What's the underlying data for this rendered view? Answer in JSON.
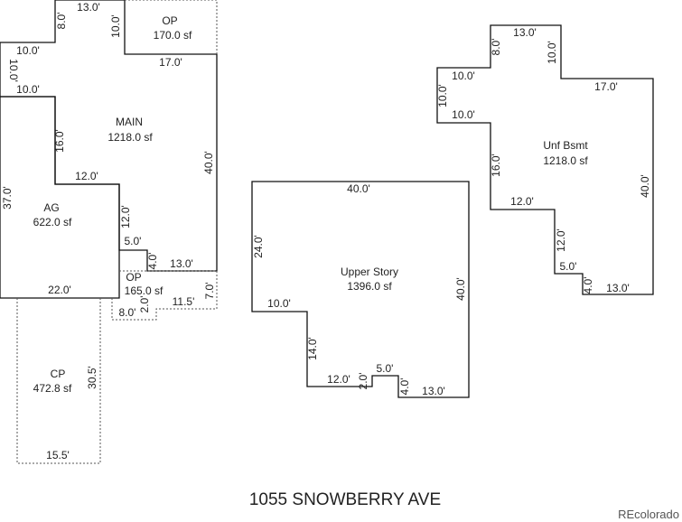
{
  "address": "1055 SNOWBERRY AVE",
  "credit": "REcolorado",
  "areas": {
    "op_top": {
      "name": "OP",
      "area": "170.0 sf"
    },
    "main": {
      "name": "MAIN",
      "area": "1218.0 sf"
    },
    "ag": {
      "name": "AG",
      "area": "622.0 sf"
    },
    "op_bottom": {
      "name": "OP",
      "area": "165.0 sf"
    },
    "cp": {
      "name": "CP",
      "area": "472.8 sf"
    },
    "upper": {
      "name": "Upper Story",
      "area": "1396.0 sf"
    },
    "bsmt": {
      "name": "Unf Bsmt",
      "area": "1218.0 sf"
    }
  },
  "dims": {
    "main_8": "8.0'",
    "main_13a": "13.0'",
    "main_10v": "10.0'",
    "main_10a": "10.0'",
    "main_10b": "10.0'",
    "main_10c": "10.0'",
    "main_17": "17.0'",
    "main_16": "16.0'",
    "main_12a": "12.0'",
    "main_40": "40.0'",
    "main_37": "37.0'",
    "main_12b": "12.0'",
    "main_5": "5.0'",
    "main_4": "4.0'",
    "main_13b": "13.0'",
    "main_22": "22.0'",
    "op_2": "2.0'",
    "op_115": "11.5'",
    "op_7": "7.0'",
    "op_8": "8.0'",
    "cp_305": "30.5'",
    "cp_155": "15.5'",
    "up_40top": "40.0'",
    "up_24": "24.0'",
    "up_10": "10.0'",
    "up_40r": "40.0'",
    "up_14": "14.0'",
    "up_12": "12.0'",
    "up_2": "2.0'",
    "up_5": "5.0'",
    "up_4": "4.0'",
    "up_13": "13.0'",
    "bs_13": "13.0'",
    "bs_8": "8.0'",
    "bs_10v": "10.0'",
    "bs_10a": "10.0'",
    "bs_10b": "10.0'",
    "bs_10c": "10.0'",
    "bs_17": "17.0'",
    "bs_16": "16.0'",
    "bs_40": "40.0'",
    "bs_12a": "12.0'",
    "bs_12b": "12.0'",
    "bs_5": "5.0'",
    "bs_4": "4.0'",
    "bs_13b": "13.0'"
  }
}
